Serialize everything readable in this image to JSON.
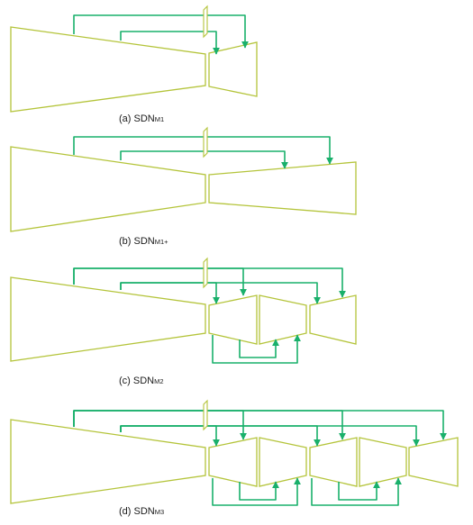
{
  "colors": {
    "shape_stroke": "#b4c43a",
    "connection": "#19b06b",
    "caption_text": "#1a1a1a"
  },
  "panels": [
    {
      "id": "a",
      "caption_prefix": "(a) SDN",
      "caption_sub": "M1"
    },
    {
      "id": "b",
      "caption_prefix": "(b) SDN",
      "caption_sub": "M1+"
    },
    {
      "id": "c",
      "caption_prefix": "(c) SDN",
      "caption_sub": "M2"
    },
    {
      "id": "d",
      "caption_prefix": "(d) SDN",
      "caption_sub": "M3"
    }
  ]
}
